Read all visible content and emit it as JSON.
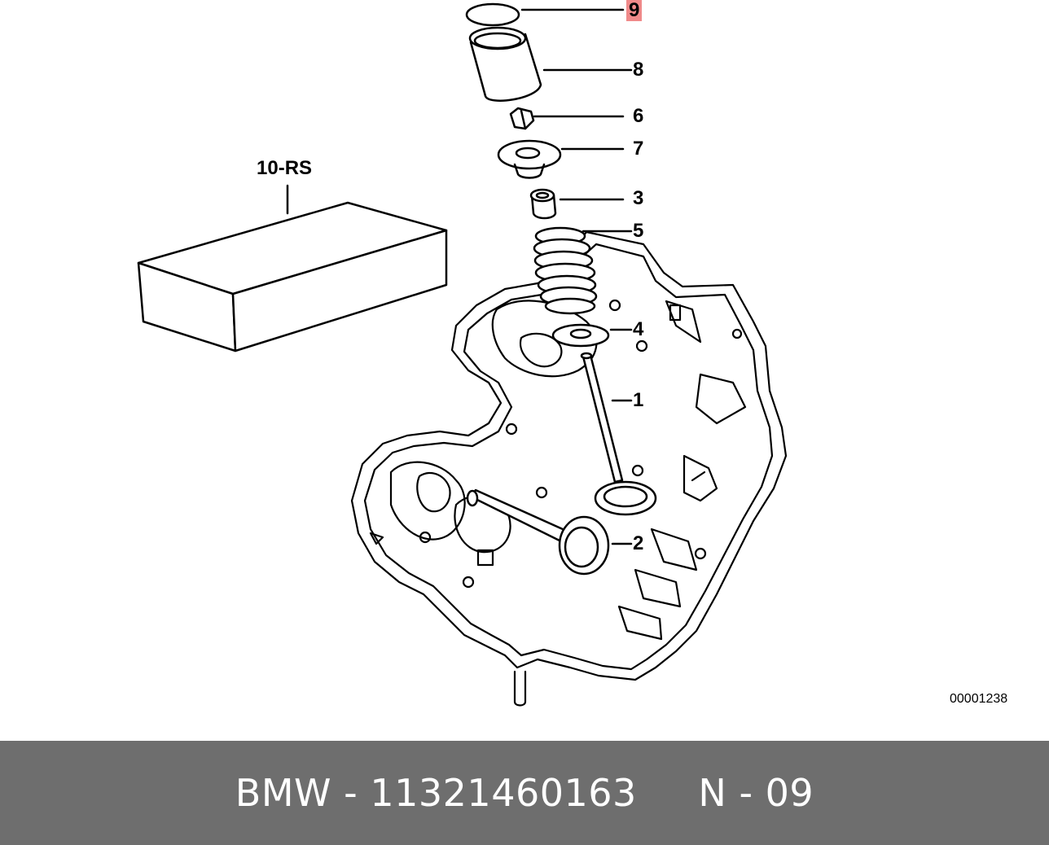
{
  "diagram": {
    "callouts": [
      {
        "id": "9",
        "label": "9",
        "highlighted": true
      },
      {
        "id": "8",
        "label": "8"
      },
      {
        "id": "6",
        "label": "6"
      },
      {
        "id": "7",
        "label": "7"
      },
      {
        "id": "3",
        "label": "3"
      },
      {
        "id": "5",
        "label": "5"
      },
      {
        "id": "4",
        "label": "4"
      },
      {
        "id": "1",
        "label": "1"
      },
      {
        "id": "2",
        "label": "2"
      },
      {
        "id": "10-RS",
        "label": "10-RS"
      }
    ],
    "reference_code": "00001238",
    "highlight_color": "#f08a8a"
  },
  "footer": {
    "text": "BMW - 11321460163     N - 09",
    "background": "#6e6e6e",
    "text_color": "#ffffff"
  }
}
